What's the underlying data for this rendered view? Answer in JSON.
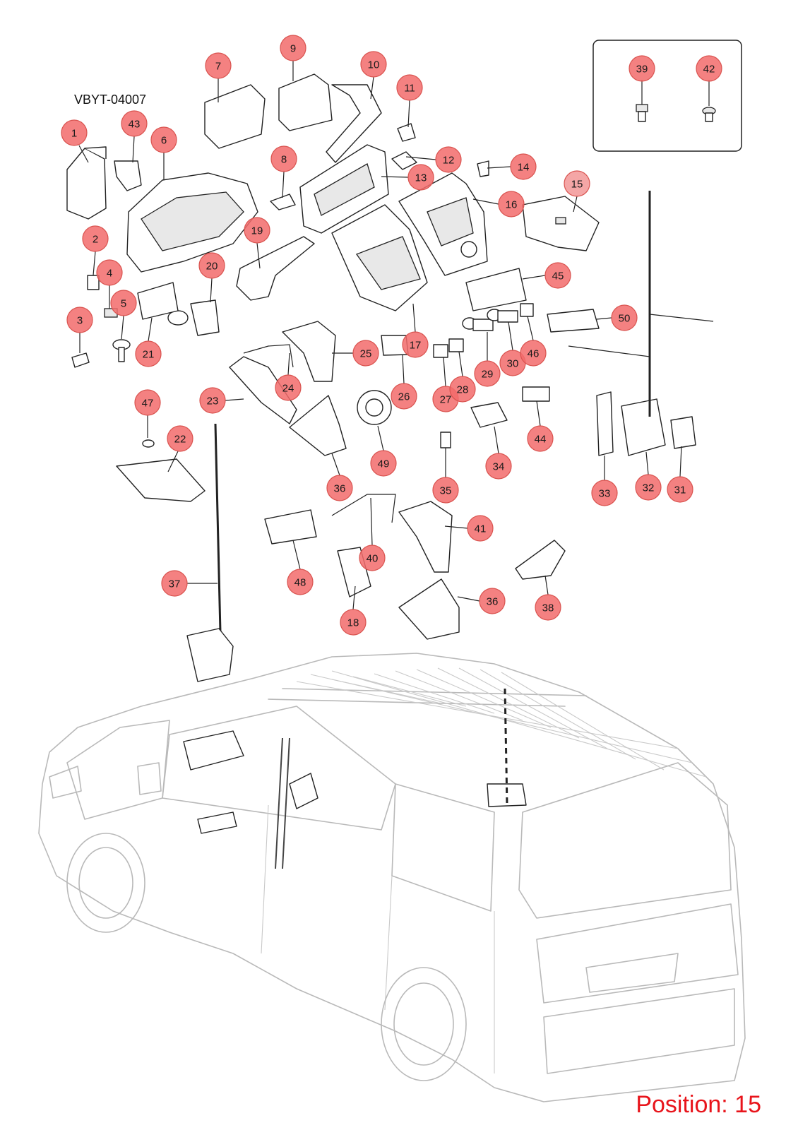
{
  "document_code": "VBYT-04007",
  "position_label": "Position: 15",
  "highlighted_callout": "15",
  "colors": {
    "callout_fill": "#f26b6b",
    "callout_stroke": "#d9534f",
    "highlight_stroke": "#1414d4",
    "position_text": "#e8141b",
    "van_outline": "#b9b9b9"
  },
  "callouts": [
    {
      "id": "c1",
      "label": "1"
    },
    {
      "id": "c2",
      "label": "2"
    },
    {
      "id": "c3",
      "label": "3"
    },
    {
      "id": "c4",
      "label": "4"
    },
    {
      "id": "c5",
      "label": "5"
    },
    {
      "id": "c6",
      "label": "6"
    },
    {
      "id": "c7",
      "label": "7"
    },
    {
      "id": "c8",
      "label": "8"
    },
    {
      "id": "c9",
      "label": "9"
    },
    {
      "id": "c10",
      "label": "10"
    },
    {
      "id": "c11",
      "label": "11"
    },
    {
      "id": "c12",
      "label": "12"
    },
    {
      "id": "c13",
      "label": "13"
    },
    {
      "id": "c14",
      "label": "14"
    },
    {
      "id": "c15",
      "label": "15"
    },
    {
      "id": "c16",
      "label": "16"
    },
    {
      "id": "c17",
      "label": "17"
    },
    {
      "id": "c18",
      "label": "18"
    },
    {
      "id": "c19",
      "label": "19"
    },
    {
      "id": "c20",
      "label": "20"
    },
    {
      "id": "c21",
      "label": "21"
    },
    {
      "id": "c22",
      "label": "22"
    },
    {
      "id": "c23",
      "label": "23"
    },
    {
      "id": "c24",
      "label": "24"
    },
    {
      "id": "c25",
      "label": "25"
    },
    {
      "id": "c26",
      "label": "26"
    },
    {
      "id": "c27",
      "label": "27"
    },
    {
      "id": "c28",
      "label": "28"
    },
    {
      "id": "c29",
      "label": "29"
    },
    {
      "id": "c30",
      "label": "30"
    },
    {
      "id": "c31",
      "label": "31"
    },
    {
      "id": "c32",
      "label": "32"
    },
    {
      "id": "c33",
      "label": "33"
    },
    {
      "id": "c34",
      "label": "34"
    },
    {
      "id": "c35",
      "label": "35"
    },
    {
      "id": "c36a",
      "label": "36"
    },
    {
      "id": "c36b",
      "label": "36"
    },
    {
      "id": "c37",
      "label": "37"
    },
    {
      "id": "c38",
      "label": "38"
    },
    {
      "id": "c39",
      "label": "39"
    },
    {
      "id": "c40",
      "label": "40"
    },
    {
      "id": "c41",
      "label": "41"
    },
    {
      "id": "c42",
      "label": "42"
    },
    {
      "id": "c43",
      "label": "43"
    },
    {
      "id": "c44",
      "label": "44"
    },
    {
      "id": "c45",
      "label": "45"
    },
    {
      "id": "c46",
      "label": "46"
    },
    {
      "id": "c47",
      "label": "47"
    },
    {
      "id": "c48",
      "label": "48"
    },
    {
      "id": "c49",
      "label": "49"
    },
    {
      "id": "c50",
      "label": "50"
    }
  ]
}
